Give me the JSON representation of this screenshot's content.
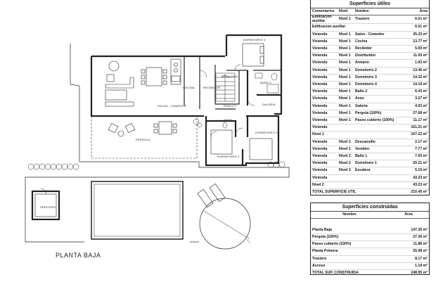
{
  "plan": {
    "title": "PLANTA BAJA",
    "rooms": {
      "dormitorio4": "DORMITORIO 4",
      "escalera": "ESCALERA",
      "bano2": "BAÑO 2",
      "cocina": "COCINA",
      "recibidor": "RECIBIDOR",
      "salon": "SALON - COMEDOR",
      "pasillo": "PASILLO",
      "galeria": "GALERIA",
      "aseo": "ASEO",
      "dormitorio3": "DORMITORIO 3",
      "dormitorio2": "DORMITORIO 2",
      "pergola": "PERGOLA",
      "trastero": "TRASTERO"
    }
  },
  "useful_table": {
    "title": "Superficies útiles",
    "headers": {
      "comentarios": "Comentarios",
      "nivel": "Nivel",
      "nombre": "Nombre",
      "area": "Área"
    },
    "rows": [
      {
        "c": "Edificacion auxiliar",
        "n": "Nivel 1",
        "name": "Trastero",
        "a": "6.01 m²"
      },
      {
        "c": "Edificacion auxiliar",
        "n": "",
        "name": "",
        "a": "6.01 m²"
      },
      {
        "c": "Vivienda",
        "n": "Nivel 1",
        "name": "Salon - Comedor",
        "a": "35.23 m²"
      },
      {
        "c": "Vivienda",
        "n": "Nivel 1",
        "name": "Cocina",
        "a": "13.77 m²"
      },
      {
        "c": "Vivienda",
        "n": "Nivel 1",
        "name": "Recibidor",
        "a": "5.00 m²"
      },
      {
        "c": "Vivienda",
        "n": "Nivel 1",
        "name": "Distribuidor",
        "a": "11.93 m²"
      },
      {
        "c": "Vivienda",
        "n": "Nivel 1",
        "name": "Armario",
        "a": "1.93 m²"
      },
      {
        "c": "Vivienda",
        "n": "Nivel 1",
        "name": "Dormitorio 2",
        "a": "13.45 m²"
      },
      {
        "c": "Vivienda",
        "n": "Nivel 1",
        "name": "Dormitorio 3",
        "a": "14.32 m²"
      },
      {
        "c": "Vivienda",
        "n": "Nivel 1",
        "name": "Dormitorio 4",
        "a": "14.10 m²"
      },
      {
        "c": "Vivienda",
        "n": "Nivel 1",
        "name": "Baño 2",
        "a": "6.43 m²"
      },
      {
        "c": "Vivienda",
        "n": "Nivel 1",
        "name": "Aseo",
        "a": "3.27 m²"
      },
      {
        "c": "Vivienda",
        "n": "Nivel 1",
        "name": "Galeria",
        "a": "4.93 m²"
      },
      {
        "c": "Vivienda",
        "n": "Nivel 1",
        "name": "Pergola (100%)",
        "a": "27.68 m²"
      },
      {
        "c": "Vivienda",
        "n": "Nivel 1",
        "name": "Paseo cubierto (100%)",
        "a": "11.17 m²"
      },
      {
        "c": "Vivienda",
        "n": "",
        "name": "",
        "a": "161.21 m²"
      },
      {
        "c": "Nivel 1",
        "n": "",
        "name": "",
        "a": "167.22 m²"
      },
      {
        "c": "Vivienda",
        "n": "Nivel 2",
        "name": "Descansillo",
        "a": "2.17 m²"
      },
      {
        "c": "Vivienda",
        "n": "Nivel 2",
        "name": "Vestidor",
        "a": "7.77 m²"
      },
      {
        "c": "Vivienda",
        "n": "Nivel 2",
        "name": "Baño 1",
        "a": "7.93 m²"
      },
      {
        "c": "Vivienda",
        "n": "Nivel 2",
        "name": "Dormitorio 1",
        "a": "20.21 m²"
      },
      {
        "c": "Vivienda",
        "n": "Nivel 2",
        "name": "Escalera",
        "a": "5.15 m²"
      },
      {
        "c": "Vivienda",
        "n": "",
        "name": "",
        "a": "43.23 m²"
      },
      {
        "c": "Nivel 2",
        "n": "",
        "name": "",
        "a": "43.23 m²"
      },
      {
        "c": "TOTAL SUPERFICIE UTIL",
        "n": "",
        "name": "",
        "a": "210.45 m²"
      }
    ]
  },
  "built_table": {
    "title": "Superficies construidas",
    "headers": {
      "nombre": "Nombre",
      "area": "Área"
    },
    "rows": [
      {
        "name": "Planta Baja",
        "a": "147.35 m²"
      },
      {
        "name": "Pergola (100%)",
        "a": "27.30 m²"
      },
      {
        "name": "Paseo cubierto (100%)",
        "a": "11.86 m²"
      },
      {
        "name": "Planta Primera",
        "a": "55.08 m²"
      },
      {
        "name": "Trastero",
        "a": "8.17 m²"
      },
      {
        "name": "Acceso",
        "a": "1.19 m²"
      },
      {
        "name": "TOTAL SUP. CONSTRUIDA",
        "a": "248.95 m²"
      }
    ]
  }
}
